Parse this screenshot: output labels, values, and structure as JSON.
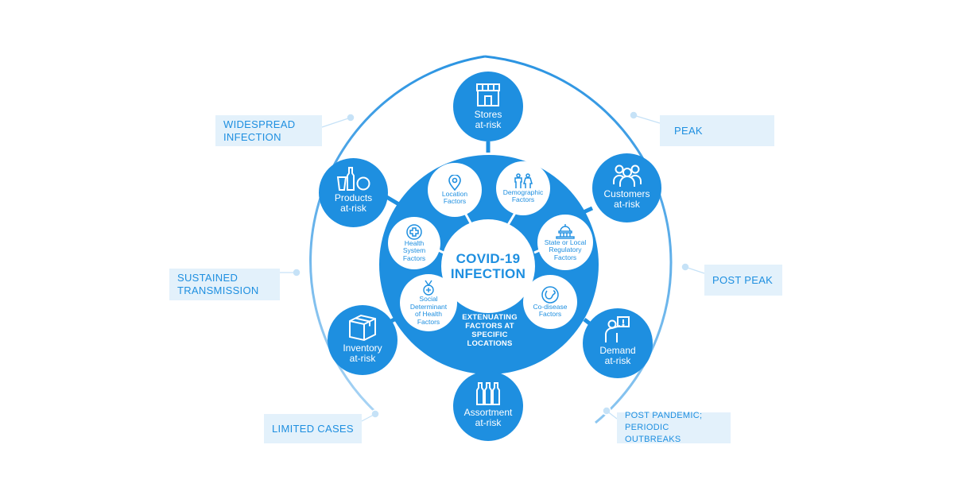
{
  "center": {
    "line1": "COVID-19",
    "line2": "INFECTION"
  },
  "extenuating": {
    "line1": "EXTENUATING",
    "line2": "FACTORS AT",
    "line3": "SPECIFIC",
    "line4": "LOCATIONS"
  },
  "phases": {
    "widespread": {
      "line1": "WIDESPREAD",
      "line2": "INFECTION"
    },
    "sustained": {
      "line1": "SUSTAINED",
      "line2": "TRANSMISSION"
    },
    "limited": {
      "line1": "LIMITED CASES"
    },
    "peak": {
      "line1": "PEAK"
    },
    "post_peak": {
      "line1": "POST PEAK"
    },
    "post_pandemic": {
      "line1": "POST PANDEMIC;",
      "line2": "PERIODIC OUTBREAKS"
    }
  },
  "outer_nodes": {
    "stores": {
      "line1": "Stores",
      "line2": "at-risk",
      "icon": "store-icon"
    },
    "customers": {
      "line1": "Customers",
      "line2": "at-risk",
      "icon": "people-icon"
    },
    "demand": {
      "line1": "Demand",
      "line2": "at-risk",
      "icon": "presenter-icon"
    },
    "assortment": {
      "line1": "Assortment",
      "line2": "at-risk",
      "icon": "bottles-icon"
    },
    "inventory": {
      "line1": "Inventory",
      "line2": "at-risk",
      "icon": "box-icon"
    },
    "products": {
      "line1": "Products",
      "line2": "at-risk",
      "icon": "products-icon"
    }
  },
  "factors": {
    "location": {
      "line1": "Location",
      "line2": "Factors",
      "icon": "location-pin-icon"
    },
    "demographic": {
      "line1": "Demographic",
      "line2": "Factors",
      "icon": "man-woman-icon"
    },
    "regulatory": {
      "line1": "State or Local",
      "line2": "Regulatory",
      "line3": "Factors",
      "icon": "capitol-icon"
    },
    "codisease": {
      "line1": "Co-disease",
      "line2": "Factors",
      "icon": "organ-icon"
    },
    "social": {
      "line1": "Social",
      "line2": "Determinant",
      "line3": "of Health",
      "line4": "Factors",
      "icon": "medal-icon"
    },
    "health": {
      "line1": "Health",
      "line2": "System",
      "line3": "Factors",
      "icon": "medical-cross-icon"
    }
  },
  "colors": {
    "primary": "#1e8fe0",
    "light": "#e3f1fb",
    "ring": "#5aaee8"
  }
}
